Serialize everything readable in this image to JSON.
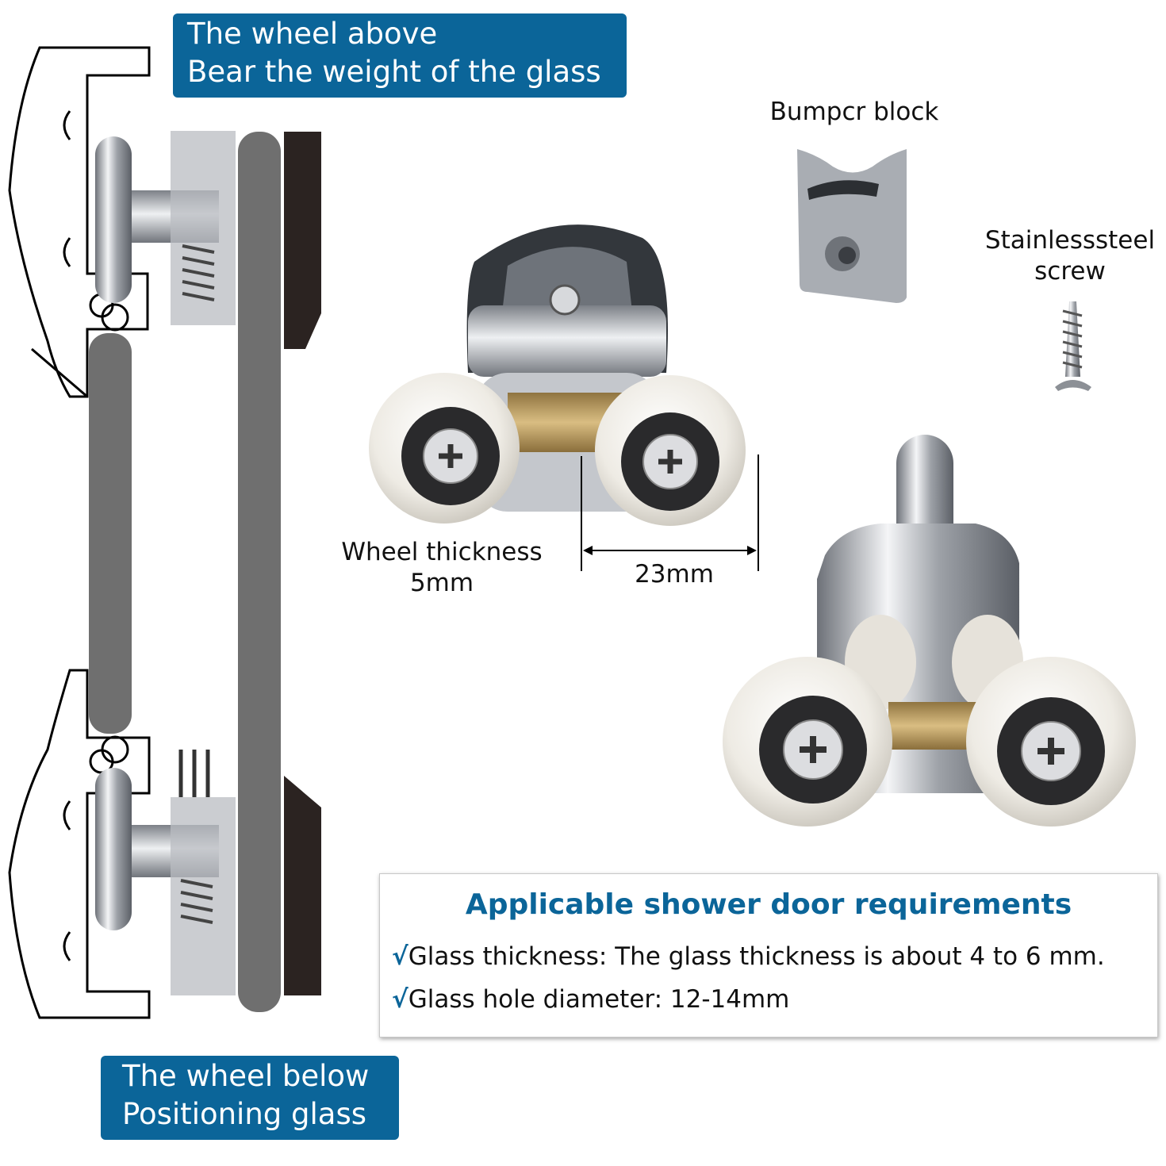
{
  "banners": {
    "top": {
      "line1": "The wheel above",
      "line2": "Bear the weight of the glass"
    },
    "bottom": {
      "line1": "The wheel below",
      "line2": "Positioning glass"
    }
  },
  "labels": {
    "bumper_block": "Bumpcr block",
    "screw_line1": "Stainlesssteel",
    "screw_line2": "screw",
    "wheel_thickness_line1": "Wheel thickness",
    "wheel_thickness_line2": "5mm",
    "wheel_spacing": "23mm"
  },
  "requirements": {
    "title": "Applicable shower door requirements",
    "check_symbol": "√",
    "items": [
      "Glass thickness: The glass thickness is about 4 to 6 mm.",
      "Glass hole diameter: 12-14mm"
    ]
  },
  "colors": {
    "banner_blue": "#0b6599",
    "glass_grey": "#6f6f6f",
    "rubber_dark": "#2b2321",
    "wheel_white": "#f1efea",
    "bumper_grey": "#a9adb3",
    "brass": "#b89a5e",
    "chrome": "#c9ccd1"
  }
}
